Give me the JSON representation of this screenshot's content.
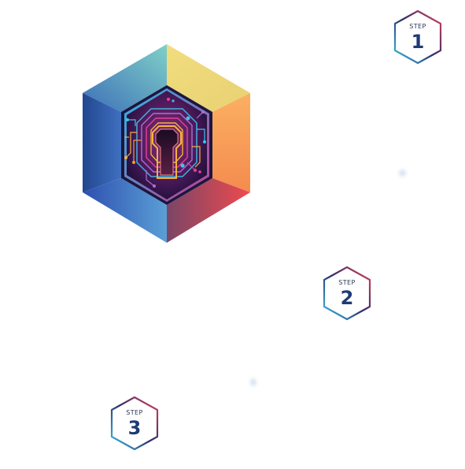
{
  "colors": {
    "hex_top_right": "#e8d77a",
    "hex_right": "#f9a15a",
    "hex_bottom_right": "#e3474f",
    "hex_bottom_left": "#3b5fb5",
    "hex_left": "#2f5aa8",
    "hex_top_left": "#69c0d0",
    "badge_gradient_start": "#3ec3ec",
    "badge_gradient_end": "#e2435a",
    "step_number_color": "#1f3b73"
  },
  "steps": [
    {
      "label": "STEP",
      "number": "1"
    },
    {
      "label": "STEP",
      "number": "2"
    },
    {
      "label": "STEP",
      "number": "3"
    }
  ],
  "icons": {
    "hero": "keyhole-circuit-hexagon-icon"
  }
}
